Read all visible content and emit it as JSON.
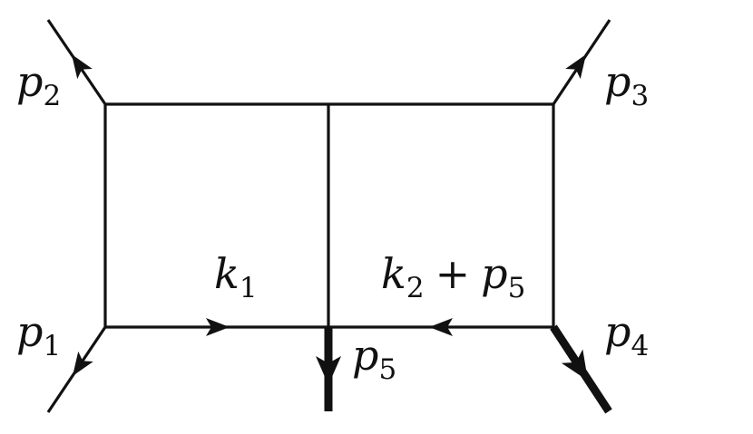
{
  "diagram": {
    "line_color": "#111111",
    "background": "#ffffff",
    "labels": {
      "p1": {
        "base": "p",
        "sub": "1"
      },
      "p2": {
        "base": "p",
        "sub": "2"
      },
      "p3": {
        "base": "p",
        "sub": "3"
      },
      "p4": {
        "base": "p",
        "sub": "4"
      },
      "p5": {
        "base": "p",
        "sub": "5"
      },
      "k1": {
        "base": "k",
        "sub": "1"
      },
      "k2p5": {
        "base1": "k",
        "sub1": "2",
        "op": "+",
        "base2": "p",
        "sub2": "5"
      }
    }
  }
}
